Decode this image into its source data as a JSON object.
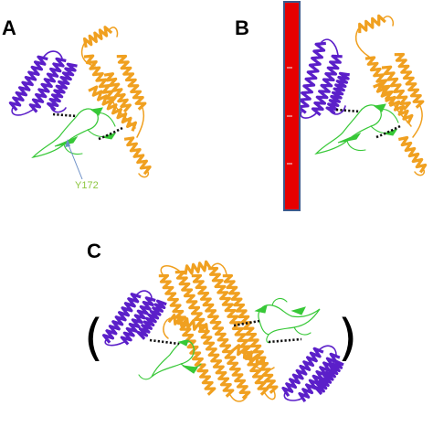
{
  "panels": {
    "a": {
      "letter": "A",
      "residue_label": "Y172"
    },
    "b": {
      "letter": "B"
    },
    "c": {
      "letter": "C",
      "bracket_open": "(",
      "bracket_close": ")"
    }
  },
  "colors": {
    "domain_helical_bundle": "#5b1fc9",
    "domain_long_helices": "#f0a020",
    "domain_loop": "#37c837",
    "linker_dots": "#111111",
    "bar_fill": "#e60000",
    "bar_border": "#3b5a8c",
    "arrow": "#6b8fc7",
    "residue_label": "#8dc63f"
  }
}
